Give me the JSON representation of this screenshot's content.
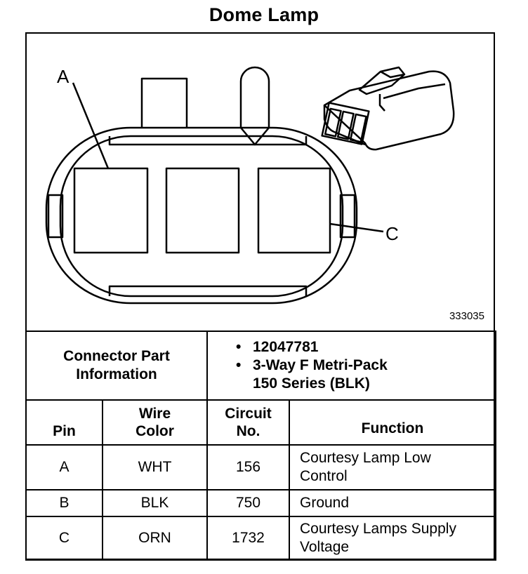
{
  "title": "Dome Lamp",
  "figure_number": "333035",
  "callouts": {
    "a": "A",
    "c": "C"
  },
  "connector_info": {
    "label": "Connector Part Information",
    "bullets": [
      {
        "line1": "12047781",
        "line2": ""
      },
      {
        "line1": "3-Way F Metri-Pack",
        "line2": "150 Series (BLK)"
      }
    ]
  },
  "columns": {
    "pin": "Pin",
    "wire_color": "Wire Color",
    "circuit_no": "Circuit No.",
    "function": "Function"
  },
  "rows": [
    {
      "pin": "A",
      "wire_color": "WHT",
      "circuit": "156",
      "function_line1": "Courtesy Lamp Low",
      "function_line2": "Control"
    },
    {
      "pin": "B",
      "wire_color": "BLK",
      "circuit": "750",
      "function_line1": "Ground",
      "function_line2": ""
    },
    {
      "pin": "C",
      "wire_color": "ORN",
      "circuit": "1732",
      "function_line1": "Courtesy Lamps Supply",
      "function_line2": "Voltage"
    }
  ]
}
